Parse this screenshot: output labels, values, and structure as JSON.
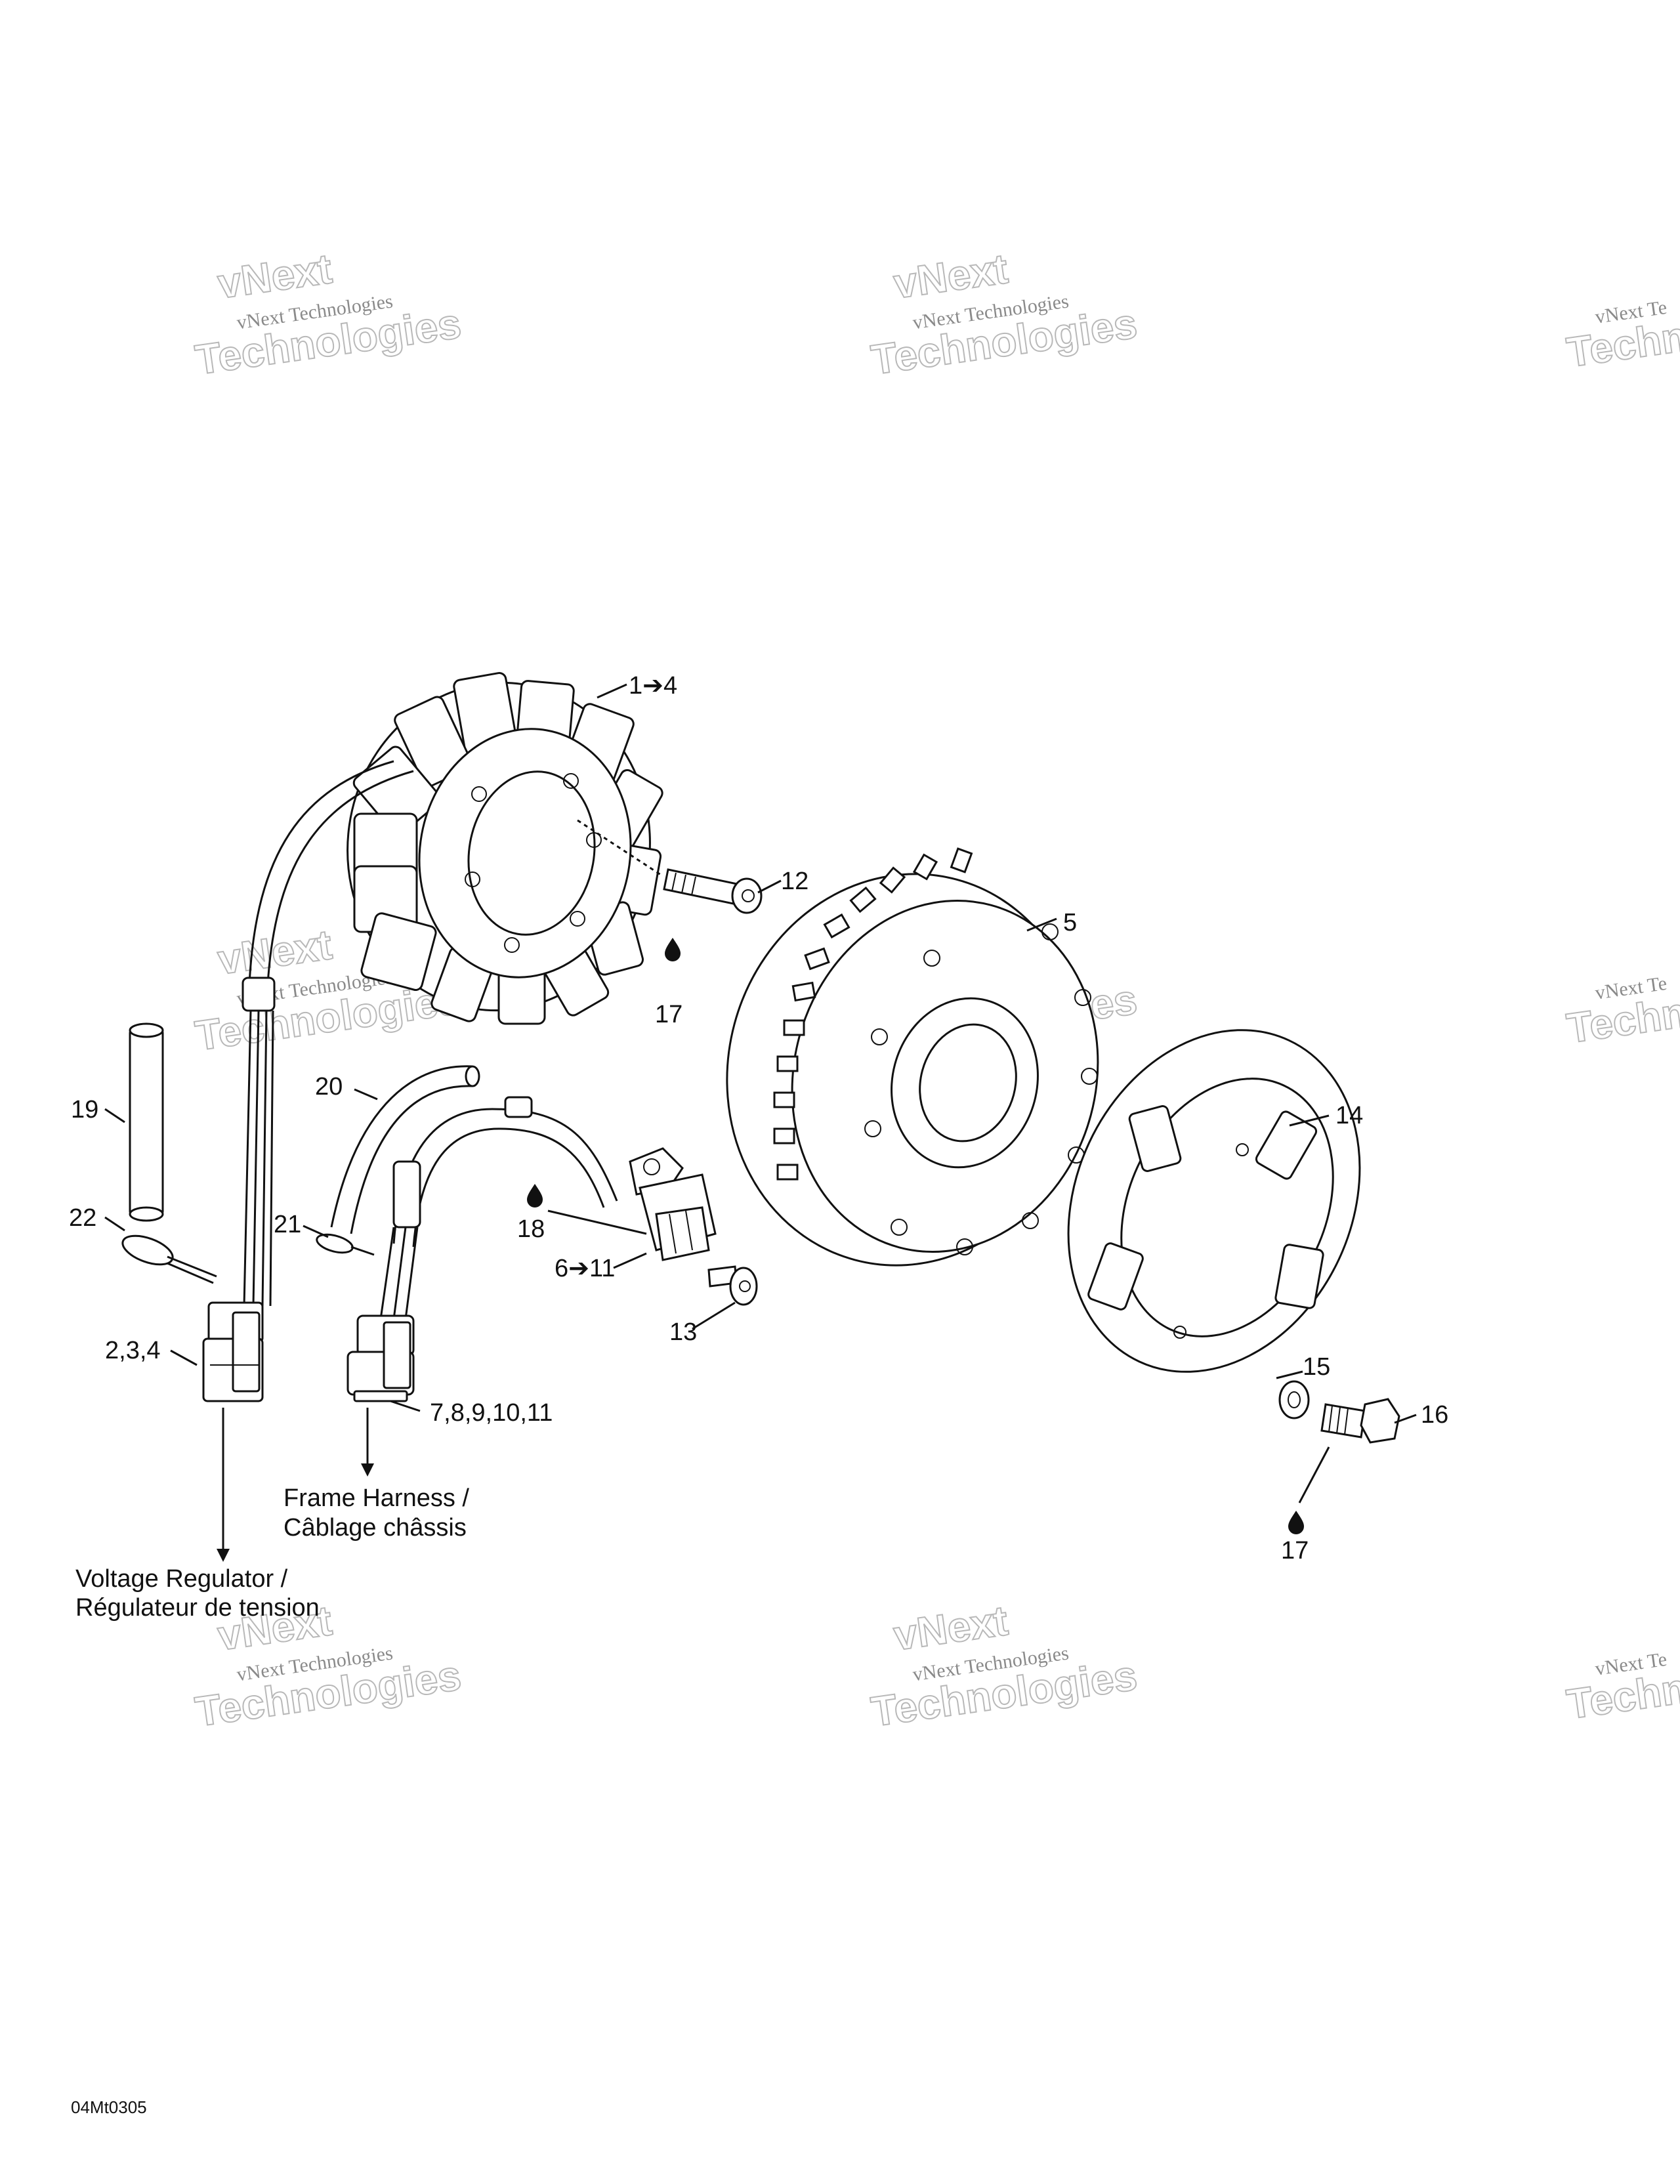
{
  "callouts": {
    "c1": "1➔4",
    "c12": "12",
    "c17a": "17",
    "c5": "5",
    "c14": "14",
    "c20": "20",
    "c19": "19",
    "c22": "22",
    "c21": "21",
    "c18": "18",
    "c6": "6➔11",
    "c13": "13",
    "c234": "2,3,4",
    "c7": "7,8,9,10,11",
    "c15": "15",
    "c16": "16",
    "c17b": "17"
  },
  "captions": {
    "frame_line1": "Frame Harness /",
    "frame_line2": "Câblage châssis",
    "reg_line1": "Voltage Regulator /",
    "reg_line2": "Régulateur de tension"
  },
  "drawing_code": "04Mt0305",
  "watermark": {
    "small": "vNext Technologies",
    "large_top": "vNext",
    "large_bottom": "Technologies",
    "small_cut": "vNext Te",
    "large_cut": "Techn"
  }
}
